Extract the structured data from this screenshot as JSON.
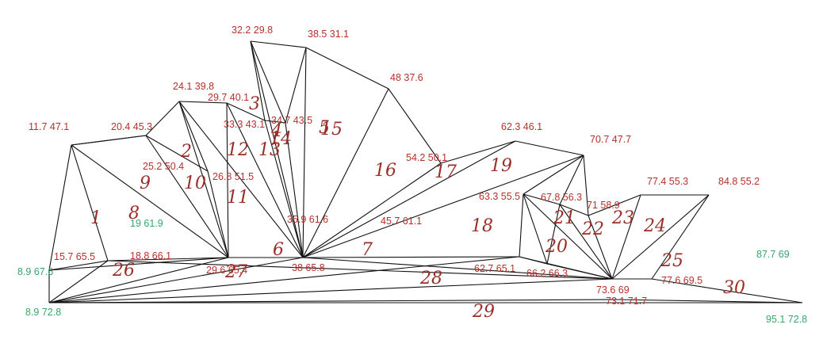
{
  "colors": {
    "line": "#111111",
    "label_red": "#b4312b",
    "label_green": "#3aa36b",
    "hand": "#9a2f2a"
  },
  "points": [
    {
      "id": "p0",
      "label": "8.9 67.6",
      "color": "green"
    },
    {
      "id": "p1",
      "label": "8.9 72.8",
      "color": "green"
    },
    {
      "id": "p2",
      "label": "11.7 47.1",
      "color": "red"
    },
    {
      "id": "p3",
      "label": "15.7 65.5",
      "color": "red"
    },
    {
      "id": "p4",
      "label": "18.8 66.1",
      "color": "red"
    },
    {
      "id": "p5",
      "label": "19 61.9",
      "color": "green"
    },
    {
      "id": "p6",
      "label": "20.4 45.3",
      "color": "red"
    },
    {
      "id": "p7",
      "label": "24.1 39.8",
      "color": "red"
    },
    {
      "id": "p8",
      "label": "25.2 50.4",
      "color": "red"
    },
    {
      "id": "p9",
      "label": "26.8 51.5",
      "color": "red"
    },
    {
      "id": "p10",
      "label": "29.6 65.4",
      "color": "red"
    },
    {
      "id": "p11",
      "label": "29.7 40.1",
      "color": "red"
    },
    {
      "id": "p12",
      "label": "32.2 29.8",
      "color": "red"
    },
    {
      "id": "p13",
      "label": "33.3 43.1",
      "color": "red"
    },
    {
      "id": "p14",
      "label": "34.7 43.5",
      "color": "red"
    },
    {
      "id": "p15",
      "label": "35.9 61.6",
      "color": "red"
    },
    {
      "id": "p16",
      "label": "38 65.8",
      "color": "red"
    },
    {
      "id": "p17",
      "label": "38.5 31.1",
      "color": "red"
    },
    {
      "id": "p18",
      "label": "45.7 61.1",
      "color": "red"
    },
    {
      "id": "p19",
      "label": "48 37.6",
      "color": "red"
    },
    {
      "id": "p20",
      "label": "54.2 50.1",
      "color": "red"
    },
    {
      "id": "p21",
      "label": "62.3 46.1",
      "color": "red"
    },
    {
      "id": "p22",
      "label": "62.7 65.1",
      "color": "red"
    },
    {
      "id": "p23",
      "label": "63.3 55.5",
      "color": "red"
    },
    {
      "id": "p24",
      "label": "66.2 66.3",
      "color": "red"
    },
    {
      "id": "p25",
      "label": "67.8 56.3",
      "color": "red"
    },
    {
      "id": "p26",
      "label": "70.7 47.7",
      "color": "red"
    },
    {
      "id": "p27",
      "label": "71 58.9",
      "color": "red"
    },
    {
      "id": "p28",
      "label": "73.1 71.7",
      "color": "red"
    },
    {
      "id": "p29",
      "label": "73.6 69",
      "color": "red"
    },
    {
      "id": "p30",
      "label": "77.4 55.3",
      "color": "red"
    },
    {
      "id": "p31",
      "label": "77.6 69.5",
      "color": "red"
    },
    {
      "id": "p32",
      "label": "84.8 55.2",
      "color": "red"
    },
    {
      "id": "p33",
      "label": "87.7 69",
      "color": "green"
    },
    {
      "id": "p34",
      "label": "95.1 72.8",
      "color": "green"
    }
  ],
  "region_numbers": [
    "1",
    "2",
    "3",
    "4",
    "5",
    "6",
    "7",
    "8",
    "9",
    "10",
    "11",
    "12",
    "13",
    "14",
    "15",
    "16",
    "17",
    "18",
    "19",
    "20",
    "21",
    "22",
    "23",
    "24",
    "25",
    "26",
    "27",
    "28",
    "29",
    "30"
  ]
}
